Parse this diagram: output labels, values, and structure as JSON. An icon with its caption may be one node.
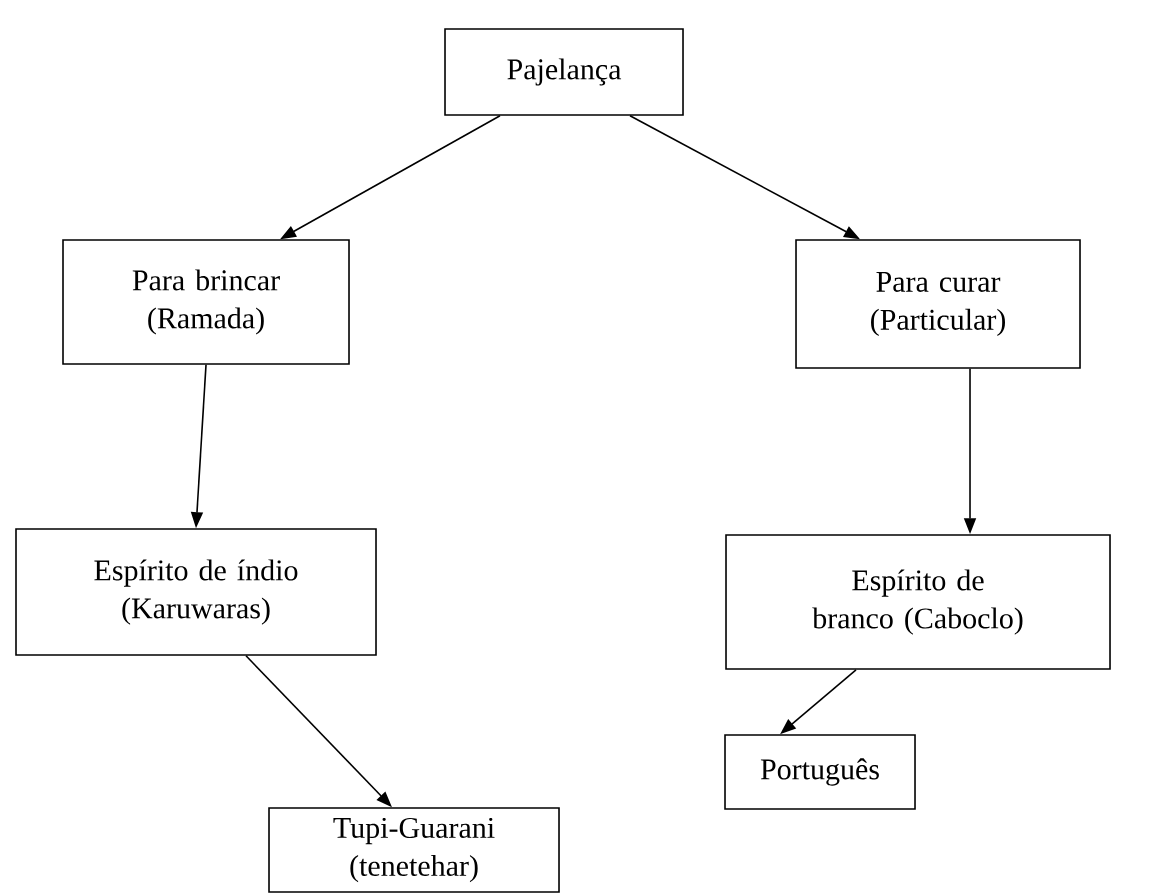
{
  "diagram": {
    "nodes": [
      {
        "text": [
          "Pajelança"
        ]
      },
      {
        "text": [
          "Para brincar (Ramada)"
        ]
      },
      {
        "text": [
          "Para curar (Particular)"
        ]
      },
      {
        "text": [
          "Espírito de índio (Karuwaras)"
        ]
      },
      {
        "text": [
          "Espírito de branco (Caboclo)"
        ]
      },
      {
        "text": [
          "Tupi-Guarani (tenetehar)"
        ]
      },
      {
        "text": [
          "Português"
        ]
      }
    ],
    "edges": [
      {
        "from": 0,
        "to": 1,
        "arrow": "to"
      },
      {
        "from": 0,
        "to": 2,
        "arrow": "to"
      },
      {
        "from": 1,
        "to": 3,
        "arrow": "to"
      },
      {
        "from": 2,
        "to": 4,
        "arrow": "to"
      },
      {
        "from": 3,
        "to": 5,
        "arrow": "to"
      },
      {
        "from": 4,
        "to": 6,
        "arrow": "to"
      }
    ]
  }
}
